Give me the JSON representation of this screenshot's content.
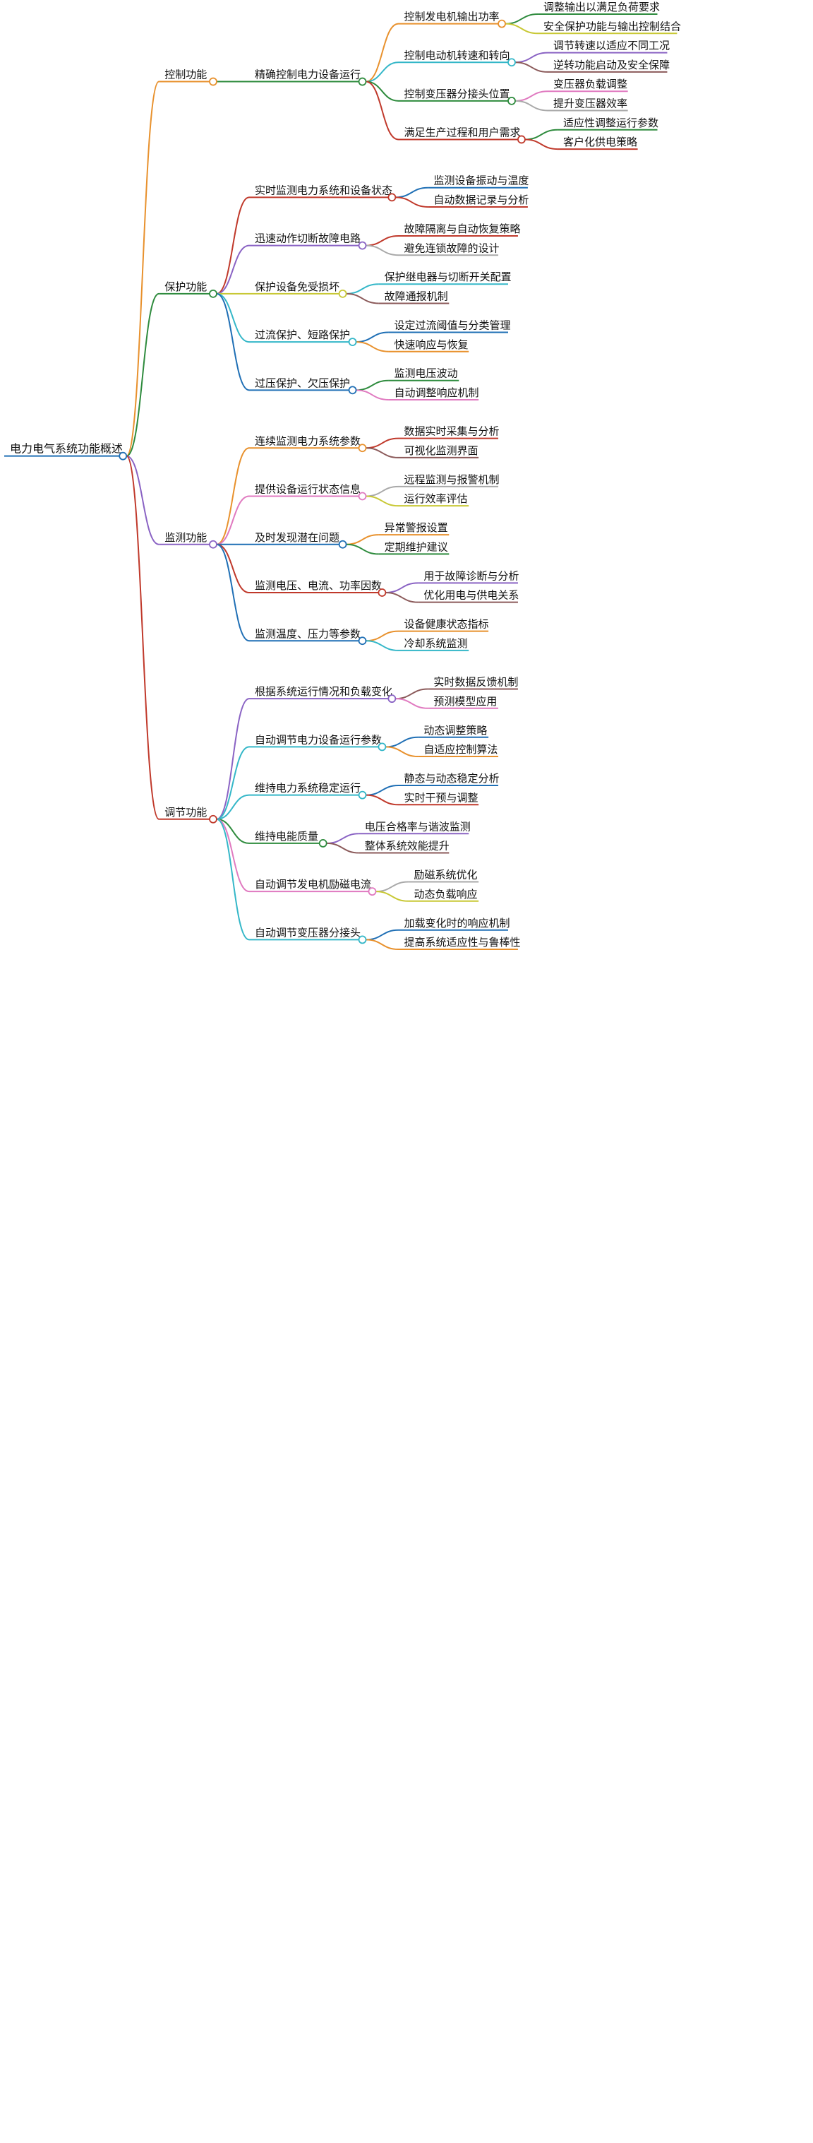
{
  "root": {
    "label": "电力电气系统功能概述",
    "color": "#1f6fb5",
    "children": [
      {
        "label": "控制功能",
        "color": "#e8912d",
        "children": [
          {
            "label": "精确控制电力设备运行",
            "color": "#2e8b3d",
            "children": [
              {
                "label": "控制发电机输出功率",
                "color": "#e8912d",
                "children": [
                  {
                    "label": "调整输出以满足负荷要求",
                    "color": "#2e8b3d"
                  },
                  {
                    "label": "安全保护功能与输出控制结合",
                    "color": "#c8c834"
                  }
                ]
              },
              {
                "label": "控制电动机转速和转向",
                "color": "#34b7c8",
                "children": [
                  {
                    "label": "调节转速以适应不同工况",
                    "color": "#8a63c4"
                  },
                  {
                    "label": "逆转功能启动及安全保障",
                    "color": "#8b5a5a"
                  }
                ]
              },
              {
                "label": "控制变压器分接头位置",
                "color": "#2e8b3d",
                "children": [
                  {
                    "label": "变压器负载调整",
                    "color": "#e07ac0"
                  },
                  {
                    "label": "提升变压器效率",
                    "color": "#a9a9a9"
                  }
                ]
              },
              {
                "label": "满足生产过程和用户需求",
                "color": "#c0392b",
                "children": [
                  {
                    "label": "适应性调整运行参数",
                    "color": "#2e8b3d"
                  },
                  {
                    "label": "客户化供电策略",
                    "color": "#c0392b"
                  }
                ]
              }
            ]
          }
        ]
      },
      {
        "label": "保护功能",
        "color": "#2e8b3d",
        "children": [
          {
            "label": "实时监测电力系统和设备状态",
            "color": "#c0392b",
            "children": [
              {
                "label": "监测设备振动与温度",
                "color": "#1f6fb5"
              },
              {
                "label": "自动数据记录与分析",
                "color": "#c0392b"
              }
            ]
          },
          {
            "label": "迅速动作切断故障电路",
            "color": "#8a63c4",
            "children": [
              {
                "label": "故障隔离与自动恢复策略",
                "color": "#c0392b"
              },
              {
                "label": "避免连锁故障的设计",
                "color": "#a9a9a9"
              }
            ]
          },
          {
            "label": "保护设备免受损坏",
            "color": "#c8c834",
            "children": [
              {
                "label": "保护继电器与切断开关配置",
                "color": "#34b7c8"
              },
              {
                "label": "故障通报机制",
                "color": "#8b5a5a"
              }
            ]
          },
          {
            "label": "过流保护、短路保护",
            "color": "#34b7c8",
            "children": [
              {
                "label": "设定过流阈值与分类管理",
                "color": "#1f6fb5"
              },
              {
                "label": "快速响应与恢复",
                "color": "#e8912d"
              }
            ]
          },
          {
            "label": "过压保护、欠压保护",
            "color": "#1f6fb5",
            "children": [
              {
                "label": "监测电压波动",
                "color": "#2e8b3d"
              },
              {
                "label": "自动调整响应机制",
                "color": "#e07ac0"
              }
            ]
          }
        ]
      },
      {
        "label": "监测功能",
        "color": "#8a63c4",
        "children": [
          {
            "label": "连续监测电力系统参数",
            "color": "#e8912d",
            "children": [
              {
                "label": "数据实时采集与分析",
                "color": "#c0392b"
              },
              {
                "label": "可视化监测界面",
                "color": "#8b5a5a"
              }
            ]
          },
          {
            "label": "提供设备运行状态信息",
            "color": "#e07ac0",
            "children": [
              {
                "label": "远程监测与报警机制",
                "color": "#a9a9a9"
              },
              {
                "label": "运行效率评估",
                "color": "#c8c834"
              }
            ]
          },
          {
            "label": "及时发现潜在问题",
            "color": "#1f6fb5",
            "children": [
              {
                "label": "异常警报设置",
                "color": "#e8912d"
              },
              {
                "label": "定期维护建议",
                "color": "#2e8b3d"
              }
            ]
          },
          {
            "label": "监测电压、电流、功率因数",
            "color": "#c0392b",
            "children": [
              {
                "label": "用于故障诊断与分析",
                "color": "#8a63c4"
              },
              {
                "label": "优化用电与供电关系",
                "color": "#8b5a5a"
              }
            ]
          },
          {
            "label": "监测温度、压力等参数",
            "color": "#1f6fb5",
            "children": [
              {
                "label": "设备健康状态指标",
                "color": "#e8912d"
              },
              {
                "label": "冷却系统监测",
                "color": "#34b7c8"
              }
            ]
          }
        ]
      },
      {
        "label": "调节功能",
        "color": "#c0392b",
        "children": [
          {
            "label": "根据系统运行情况和负载变化",
            "color": "#8a63c4",
            "children": [
              {
                "label": "实时数据反馈机制",
                "color": "#8b5a5a"
              },
              {
                "label": "预测模型应用",
                "color": "#e07ac0"
              }
            ]
          },
          {
            "label": "自动调节电力设备运行参数",
            "color": "#34b7c8",
            "children": [
              {
                "label": "动态调整策略",
                "color": "#1f6fb5"
              },
              {
                "label": "自适应控制算法",
                "color": "#e8912d"
              }
            ]
          },
          {
            "label": "维持电力系统稳定运行",
            "color": "#34b7c8",
            "children": [
              {
                "label": "静态与动态稳定分析",
                "color": "#1f6fb5"
              },
              {
                "label": "实时干预与调整",
                "color": "#c0392b"
              }
            ]
          },
          {
            "label": "维持电能质量",
            "color": "#2e8b3d",
            "children": [
              {
                "label": "电压合格率与谐波监测",
                "color": "#8a63c4"
              },
              {
                "label": "整体系统效能提升",
                "color": "#8b5a5a"
              }
            ]
          },
          {
            "label": "自动调节发电机励磁电流",
            "color": "#e07ac0",
            "children": [
              {
                "label": "励磁系统优化",
                "color": "#a9a9a9"
              },
              {
                "label": "动态负载响应",
                "color": "#c8c834"
              }
            ]
          },
          {
            "label": "自动调节变压器分接头",
            "color": "#34b7c8",
            "children": [
              {
                "label": "加载变化时的响应机制",
                "color": "#1f6fb5"
              },
              {
                "label": "提高系统适应性与鲁棒性",
                "color": "#e8912d"
              }
            ]
          }
        ]
      }
    ]
  }
}
